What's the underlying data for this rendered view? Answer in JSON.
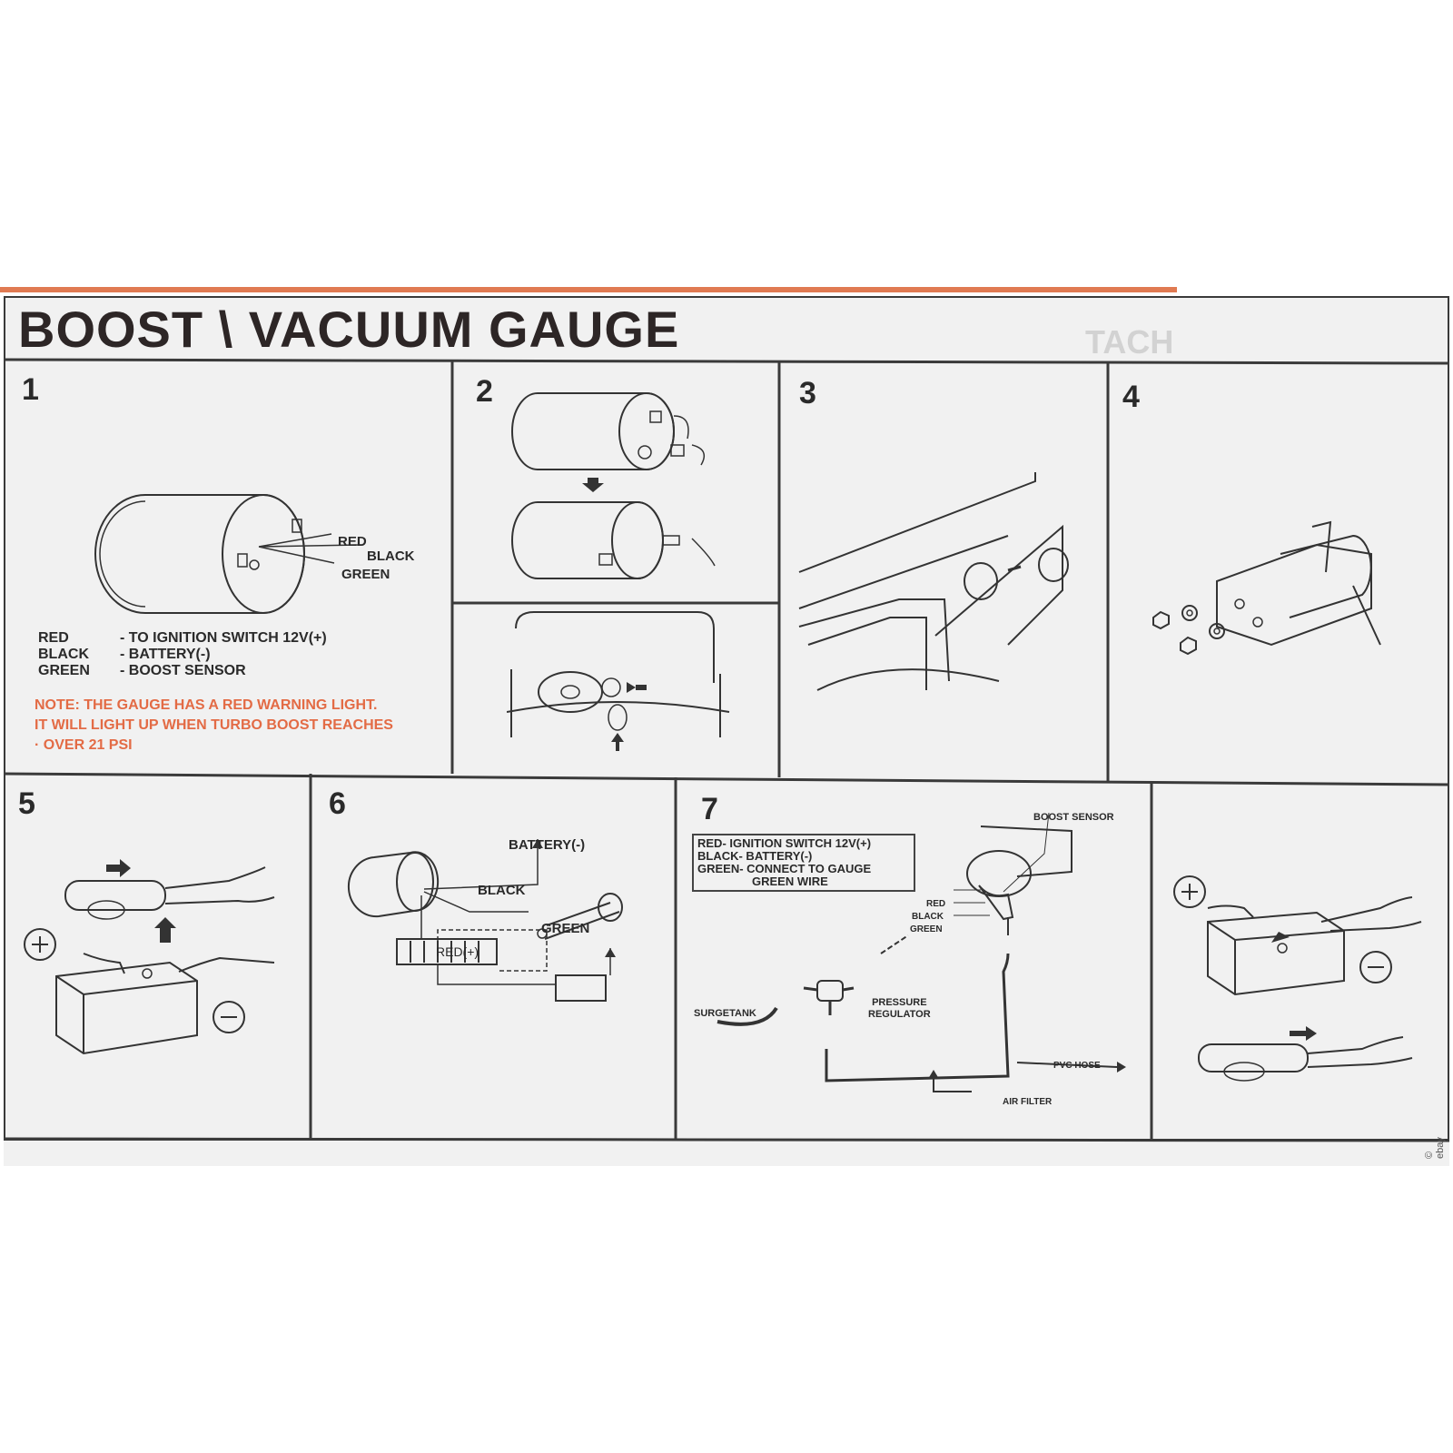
{
  "title": "BOOST \\ VACUUM GAUGE",
  "background_text": "TACH",
  "steps": [
    "1",
    "2",
    "3",
    "4",
    "5",
    "6",
    "7"
  ],
  "step1": {
    "wire_labels": [
      "RED",
      "BLACK",
      "GREEN"
    ],
    "legend": [
      {
        "color": "RED",
        "desc": "- TO IGNITION SWITCH 12V(+)"
      },
      {
        "color": "BLACK",
        "desc": "- BATTERY(-)"
      },
      {
        "color": "GREEN",
        "desc": "- BOOST SENSOR"
      }
    ],
    "note_lines": [
      "NOTE: THE GAUGE HAS A RED WARNING LIGHT.",
      "IT WILL LIGHT UP WHEN TURBO BOOST REACHES",
      "· OVER 21 PSI"
    ]
  },
  "step6": {
    "battery": "BATTERY(-)",
    "black": "BLACK",
    "green": "GREEN",
    "red": "RED(+)"
  },
  "step7": {
    "wiring_lines": [
      "RED- IGNITION SWITCH 12V(+)",
      "BLACK- BATTERY(-)",
      "GREEN- CONNECT TO GAUGE",
      "GREEN WIRE"
    ],
    "boost_sensor": "BOOST SENSOR",
    "wire_labels": [
      "RED",
      "BLACK",
      "GREEN"
    ],
    "pressure_regulator": [
      "PRESSURE",
      "REGULATOR"
    ],
    "surgetank": "SURGETANK",
    "pvc_hose": "PVC HOSE",
    "air_filter": "AIR FILTER"
  },
  "symbols": {
    "plus": "+",
    "minus": "−"
  },
  "colors": {
    "note": "#e36b45",
    "strip": "#e07a52"
  }
}
